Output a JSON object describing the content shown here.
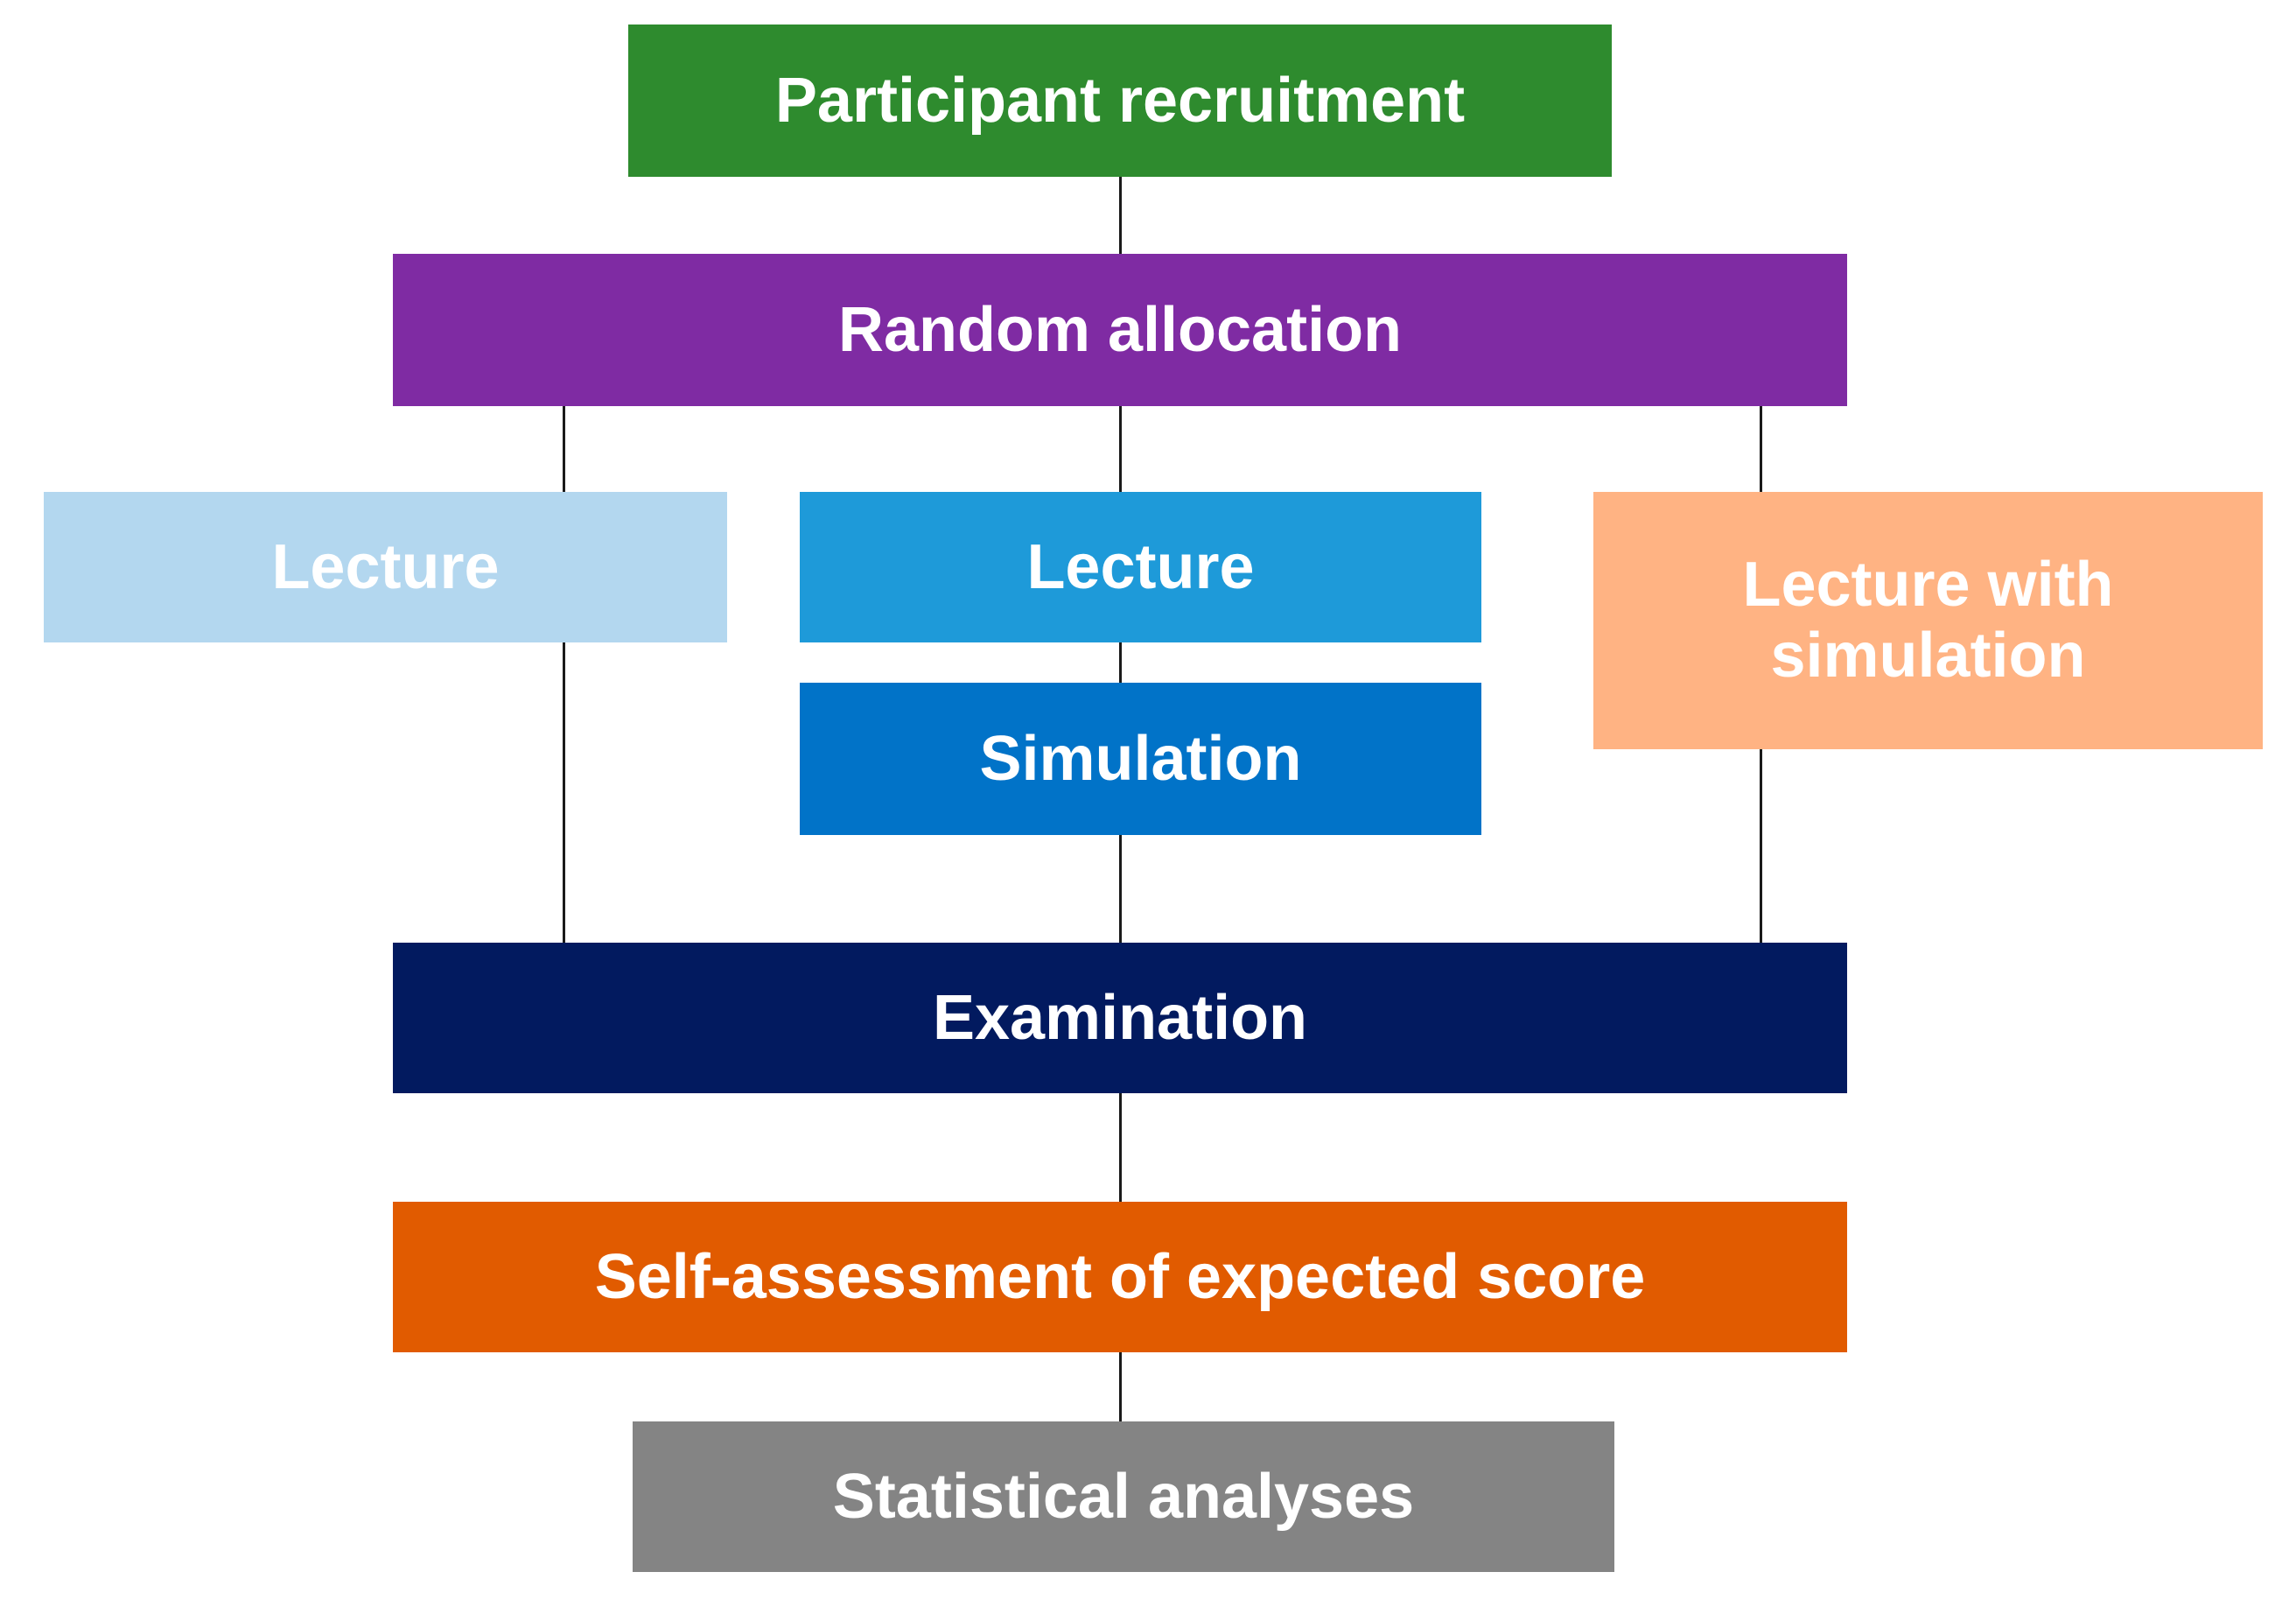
{
  "flow": {
    "recruitment": {
      "label": "Participant recruitment",
      "color": "#2e8b2e"
    },
    "allocation": {
      "label": "Random allocation",
      "color": "#7f2ba3"
    },
    "group_a": {
      "lecture": {
        "label": "Lecture",
        "color": "#b3d7ef"
      }
    },
    "group_b": {
      "lecture": {
        "label": "Lecture",
        "color": "#1e9ad9"
      },
      "simulation": {
        "label": "Simulation",
        "color": "#0173c8"
      }
    },
    "group_c": {
      "lecture_with_simulation": {
        "label": "Lecture with simulation",
        "color": "#ffb383"
      }
    },
    "examination": {
      "label": "Examination",
      "color": "#021a5f"
    },
    "self_assessment": {
      "label": "Self-assessment of expected score",
      "color": "#e15b00"
    },
    "statistics": {
      "label": "Statistical analyses",
      "color": "#848484"
    }
  }
}
